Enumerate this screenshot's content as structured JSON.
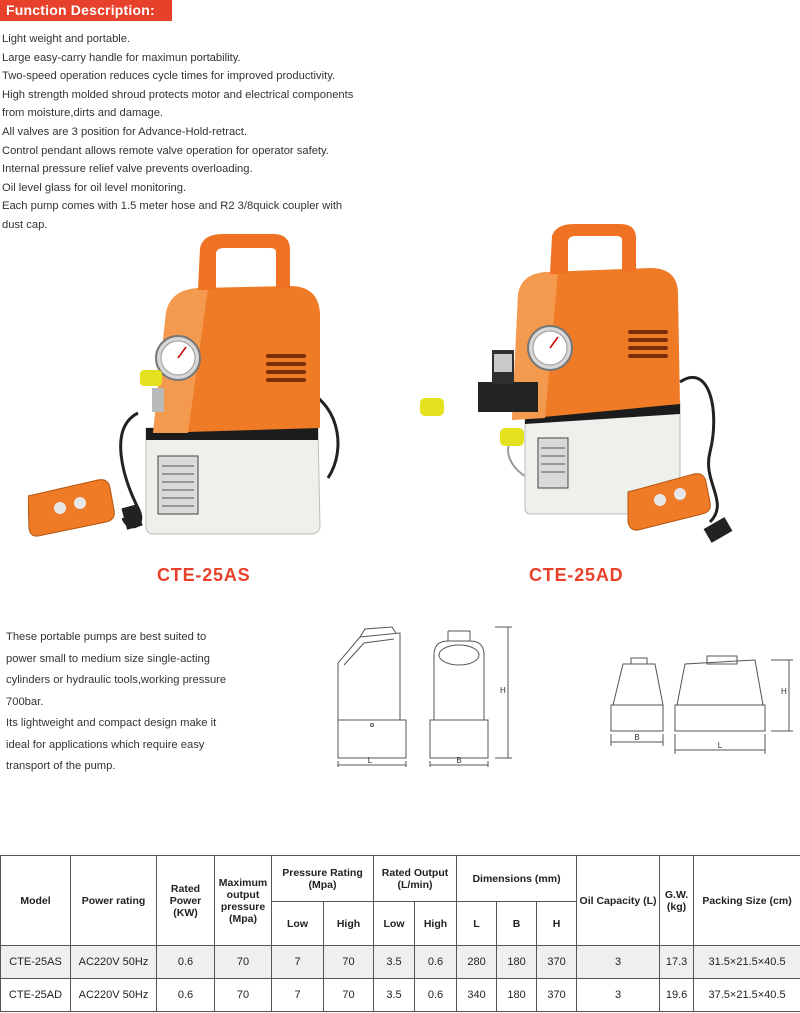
{
  "section_title": "Function Description:",
  "features": [
    "Light weight and portable.",
    "Large easy-carry handle for maximun portability.",
    "Two-speed operation reduces cycle times for improved productivity.",
    "High strength molded shroud protects motor and electrical components",
    "from moisture,dirts and damage.",
    "All valves are 3 position for Advance-Hold-retract.",
    "Control pendant allows remote valve operation for operator safety.",
    "Internal pressure relief valve prevents overloading.",
    "Oil level glass for oil level monitoring.",
    "Each pump comes with 1.5 meter hose and R2 3/8quick coupler with",
    "dust cap."
  ],
  "products": [
    {
      "model": "CTE-25AS"
    },
    {
      "model": "CTE-25AD"
    }
  ],
  "description": [
    "These portable pumps are best suited to",
    "power small to medium size single-acting",
    "cylinders or hydraulic tools,working pressure",
    "700bar.",
    "Its lightweight and compact design make it",
    "ideal for applications which require easy",
    "transport of the pump."
  ],
  "drawing_labels": {
    "length": "L",
    "width": "B",
    "height": "H"
  },
  "table": {
    "headers": {
      "model": "Model",
      "power_rating": "Power rating",
      "rated_power": "Rated Power (KW)",
      "max_pressure": "Maximum output pressure (Mpa)",
      "pressure_rating": "Pressure Rating (Mpa)",
      "rated_output": "Rated Output (L/min)",
      "dimensions": "Dimensions (mm)",
      "oil_capacity": "Oil Capacity (L)",
      "gw": "G.W. (kg)",
      "packing": "Packing Size (cm)",
      "low": "Low",
      "high": "High",
      "L": "L",
      "B": "B",
      "H": "H"
    },
    "rows": [
      [
        "CTE-25AS",
        "AC220V 50Hz",
        "0.6",
        "70",
        "7",
        "70",
        "3.5",
        "0.6",
        "280",
        "180",
        "370",
        "3",
        "17.3",
        "31.5×21.5×40.5"
      ],
      [
        "CTE-25AD",
        "AC220V 50Hz",
        "0.6",
        "70",
        "7",
        "70",
        "3.5",
        "0.6",
        "340",
        "180",
        "370",
        "3",
        "19.6",
        "37.5×21.5×40.5"
      ]
    ]
  }
}
